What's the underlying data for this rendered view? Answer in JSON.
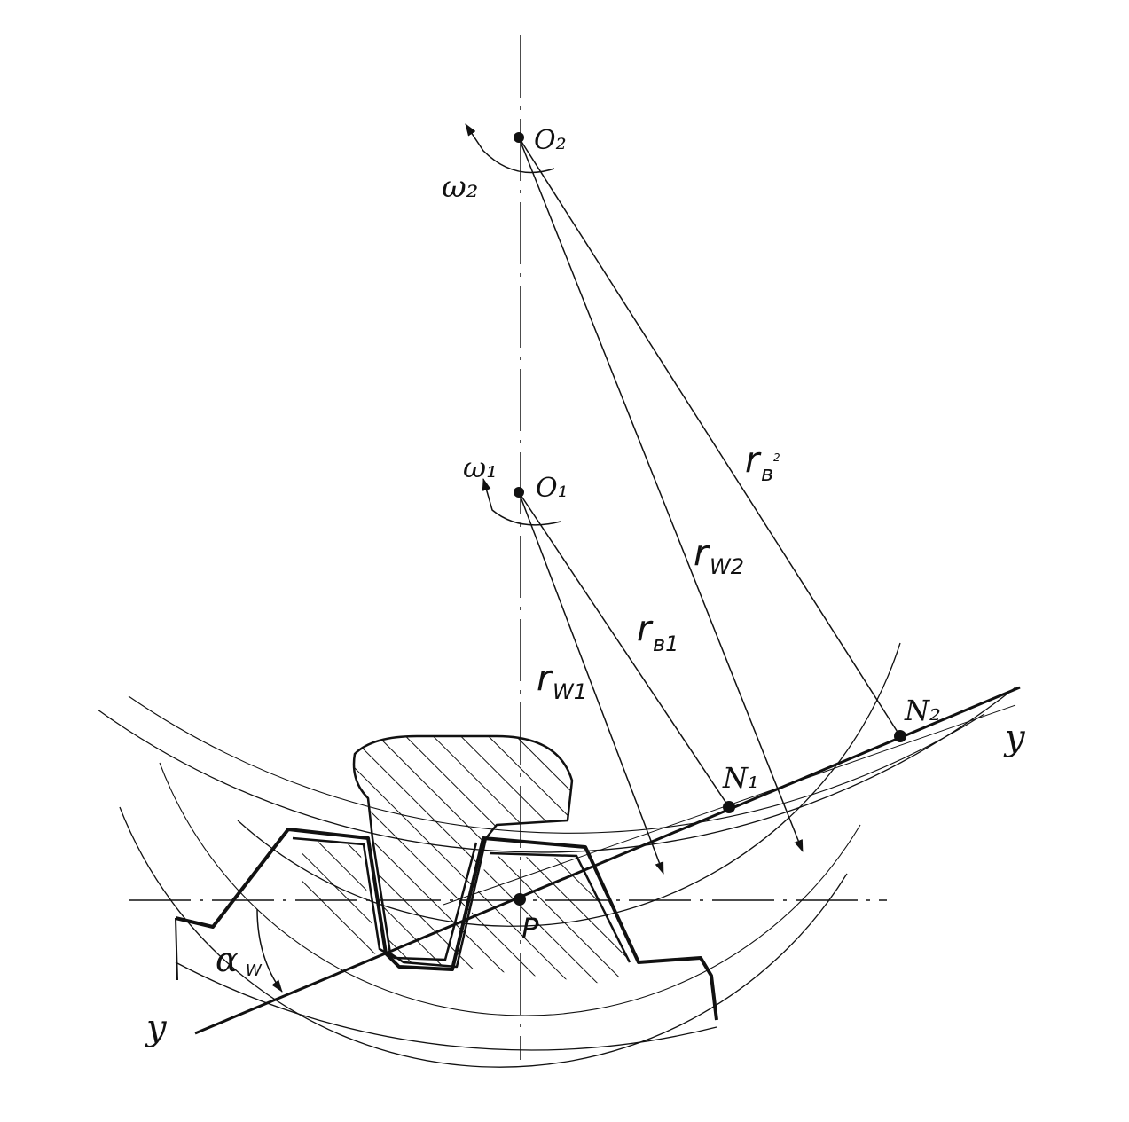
{
  "labels": {
    "o2": "O₂",
    "o1": "O₁",
    "omega2": "ω₂",
    "omega1": "ω₁",
    "rw1_main": "r",
    "rw1_sub": "W1",
    "rw2_main": "r",
    "rw2_sub": "W2",
    "rb1_main": "r",
    "rb1_sub": "в1",
    "rb2_main": "r",
    "rb2_sub": "в",
    "rb2_sup": "2",
    "n1": "N₁",
    "n2": "N₂",
    "p": "P",
    "y_left": "y",
    "y_right": "y",
    "alpha_main": "α",
    "alpha_sub": "W"
  },
  "colors": {
    "ink": "#111111",
    "background": "#ffffff"
  }
}
